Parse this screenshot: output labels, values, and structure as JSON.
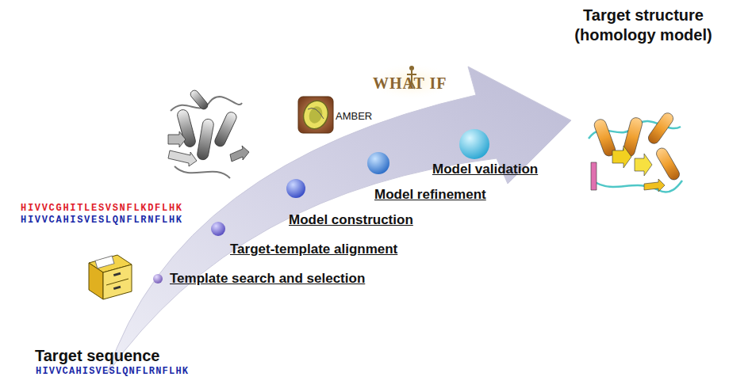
{
  "diagram": {
    "nodes": [
      {
        "text": [
          "Template search and selection"
        ]
      },
      {
        "text": [
          "Target-template alignment"
        ]
      },
      {
        "text": [
          "Model construction"
        ]
      },
      {
        "text": [
          "Model refinement"
        ]
      },
      {
        "text": [
          "Model validation"
        ]
      }
    ],
    "labels": [
      "HIVVCGHITLESVSNFLKDFLHK",
      "HIVVCAHISVESLQNFLRNFLHK",
      "AMBER",
      "WHAT IF",
      "Target structure (homology model)",
      "Target sequence",
      "HIVVCAHISVESLQNFLRNFLHK"
    ]
  }
}
